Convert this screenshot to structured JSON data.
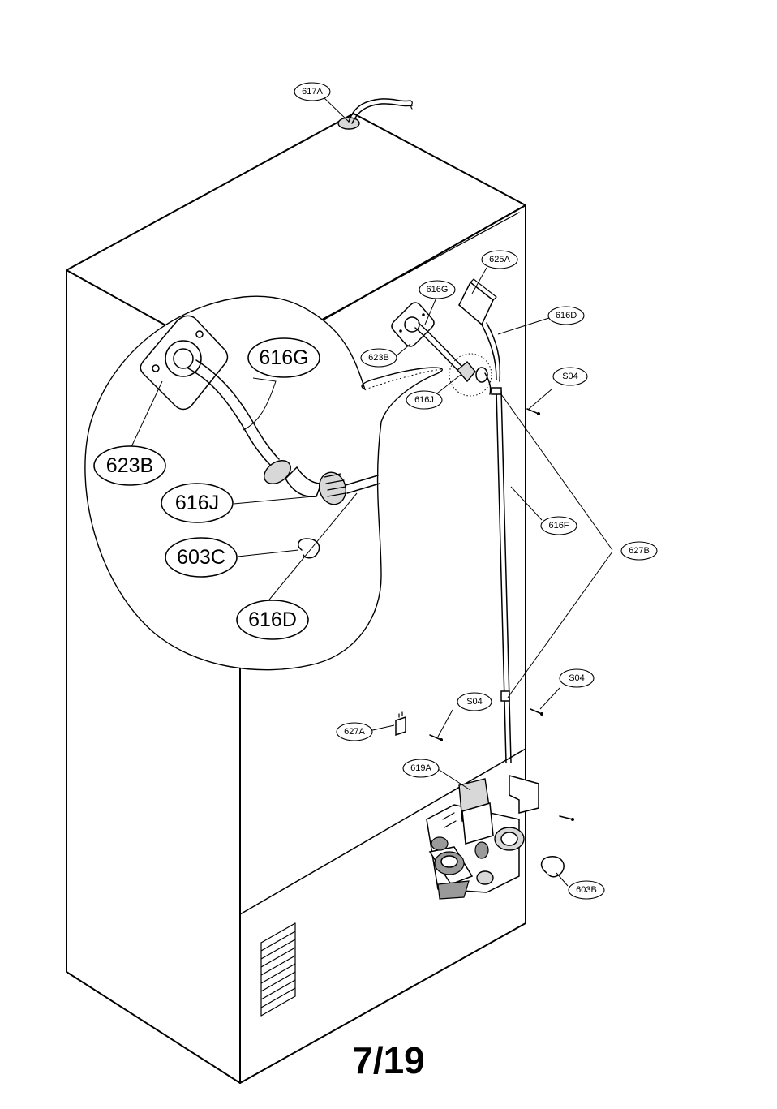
{
  "page_number": "7/19",
  "labels": {
    "p617A": "617A",
    "p625A": "625A",
    "p616G_small": "616G",
    "p616D_small": "616D",
    "p623B_small": "623B",
    "p616J_small": "616J",
    "pS04_top": "S04",
    "p616F": "616F",
    "p627B": "627B",
    "pS04_right": "S04",
    "pS04_mid": "S04",
    "p627A": "627A",
    "p619A": "619A",
    "p603B": "603B",
    "p616G_large": "616G",
    "p623B_large": "623B",
    "p616J_large": "616J",
    "p603C_large": "603C",
    "p616D_large": "616D"
  }
}
